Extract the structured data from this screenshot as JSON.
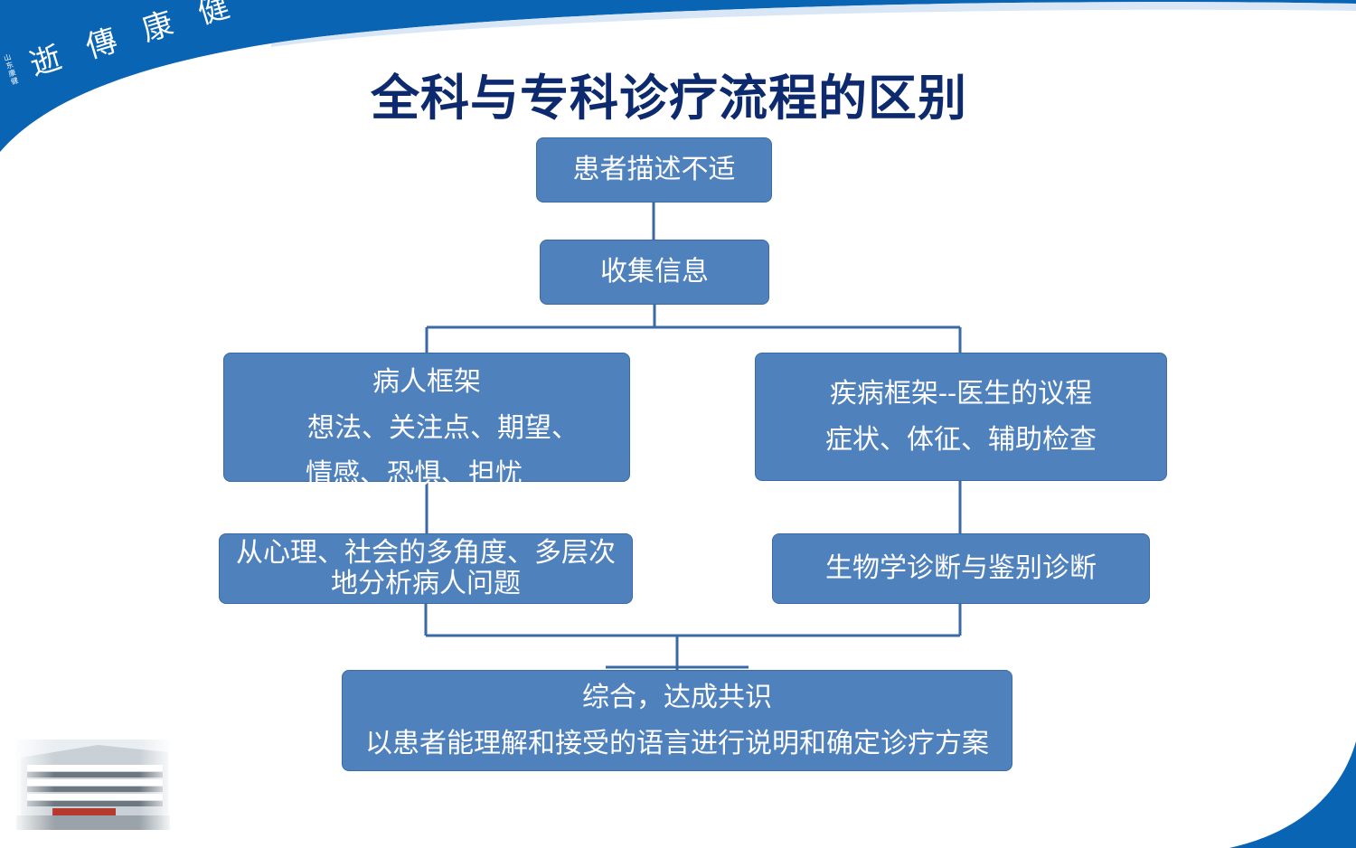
{
  "slide": {
    "title": "全科与专科诊疗流程的区别",
    "logo": {
      "text": "逝 傳 康 健",
      "subtext": "山东康健"
    }
  },
  "flowchart": {
    "step1": {
      "label": "患者描述不适"
    },
    "step2": {
      "label": "收集信息"
    },
    "patient_frame": {
      "line1": "病人框架",
      "line2": "想法、关注点、期望、",
      "line3": "情感、恐惧、担忧"
    },
    "disease_frame": {
      "line1": "疾病框架--医生的议程",
      "line2": "症状、体征、辅助检查"
    },
    "psychosocial": {
      "line1": "从心理、社会的多角度、多层次",
      "line2": "地分析病人问题"
    },
    "biomedical": {
      "label": "生物学诊断与鉴别诊断"
    },
    "synthesis": {
      "line1": "综合，达成共识",
      "line2": "以患者能理解和接受的语言进行说明和确定诊疗方案"
    }
  },
  "colors": {
    "box_fill": "#4f81bd",
    "box_text": "#ffffff",
    "title": "#0d2a6e",
    "brand_blue": "#0a64b4",
    "connector": "#3a6aa6"
  }
}
